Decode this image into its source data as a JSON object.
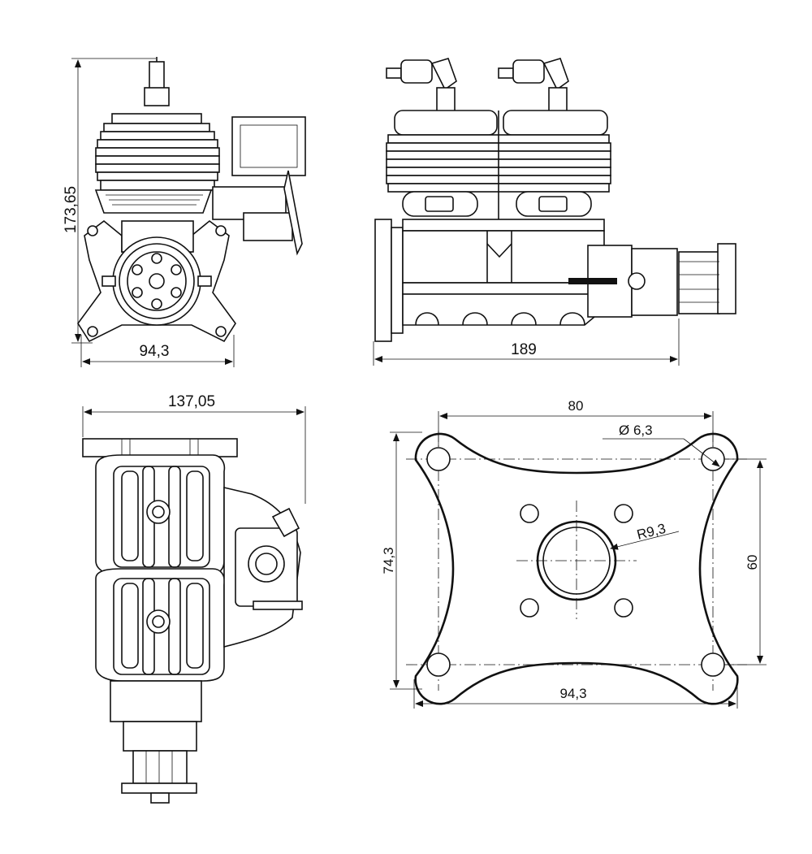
{
  "dimensions": {
    "front_height": "173,65",
    "front_width": "94,3",
    "side_length": "189",
    "top_width": "137,05",
    "mount_hole_spacing": "80",
    "mount_hole_dia": "Ø 6,3",
    "mount_bore_radius": "R9,3",
    "mount_height": "74,3",
    "mount_hole_vertical": "60",
    "mount_width": "94,3"
  }
}
